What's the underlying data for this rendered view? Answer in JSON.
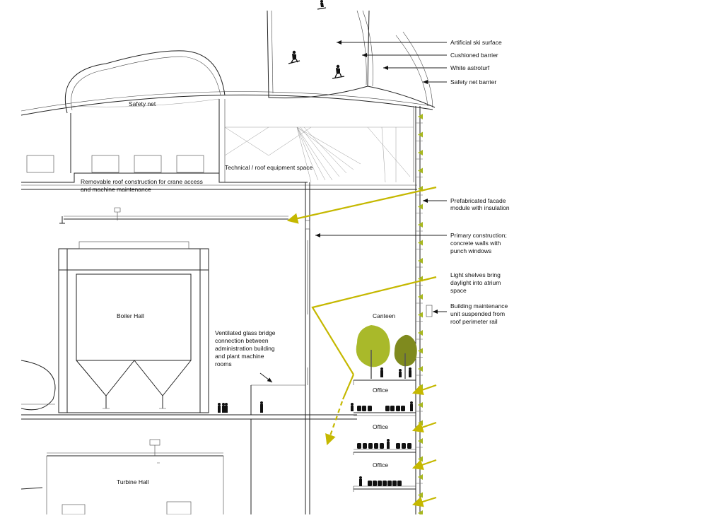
{
  "annotations": {
    "ski_surface": "Artificial ski surface",
    "cushioned_barrier": "Cushioned barrier",
    "white_astroturf": "White astroturf",
    "safety_net_barrier": "Safety net barrier",
    "facade_line1": "Prefabricated facade",
    "facade_line2": "module with insulation",
    "primary_line1": "Primary construction;",
    "primary_line2": "concrete walls  with",
    "primary_line3": "punch windows",
    "light_line1": "Light shelves bring",
    "light_line2": "daylight into atrium",
    "light_line3": "space",
    "bmu_line1": "Building maintenance",
    "bmu_line2": "unit suspended from",
    "bmu_line3": "roof perimeter rail",
    "bridge_line1": "Ventilated glass bridge",
    "bridge_line2": "connection between",
    "bridge_line3": "administration building",
    "bridge_line4": "and plant machine",
    "bridge_line5": "rooms",
    "roof_line1": "Removable roof construction for crane access",
    "roof_line2": "and machine maintenance"
  },
  "rooms": {
    "safety_net": "Safety net",
    "technical": "Technical / roof equipment space",
    "boiler_hall": "Boiler Hall",
    "canteen": "Canteen",
    "office_1": "Office",
    "office_2": "Office",
    "office_3": "Office",
    "turbine_hall": "Turbine Hall"
  },
  "colors": {
    "daylight_arrow": "#c5b800",
    "facade_plant": "#a8b820",
    "tree_light": "#a9b92a",
    "tree_dark": "#7f8a1e",
    "linework": "#222222"
  }
}
